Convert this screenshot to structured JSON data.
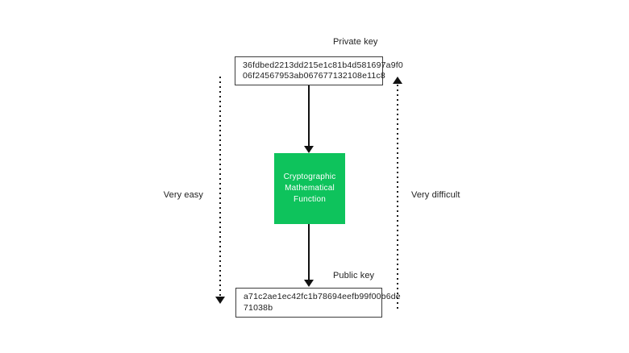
{
  "diagram": {
    "background": "#ffffff",
    "accent_green": "#0ec35c",
    "private_key": {
      "label": "Private key",
      "lines": [
        "36fdbed2213dd215e1c81b4d581697a9f0",
        "06f24567953ab067677132108e11c8"
      ]
    },
    "function_box": {
      "lines": [
        "Cryptographic",
        "Mathematical",
        "Function"
      ]
    },
    "public_key": {
      "label": "Public key",
      "lines": [
        "a71c2ae1ec42fc1b78694eefb99f00b6de",
        "71038b"
      ]
    },
    "side_labels": {
      "left": "Very easy",
      "right": "Very difficult"
    }
  }
}
